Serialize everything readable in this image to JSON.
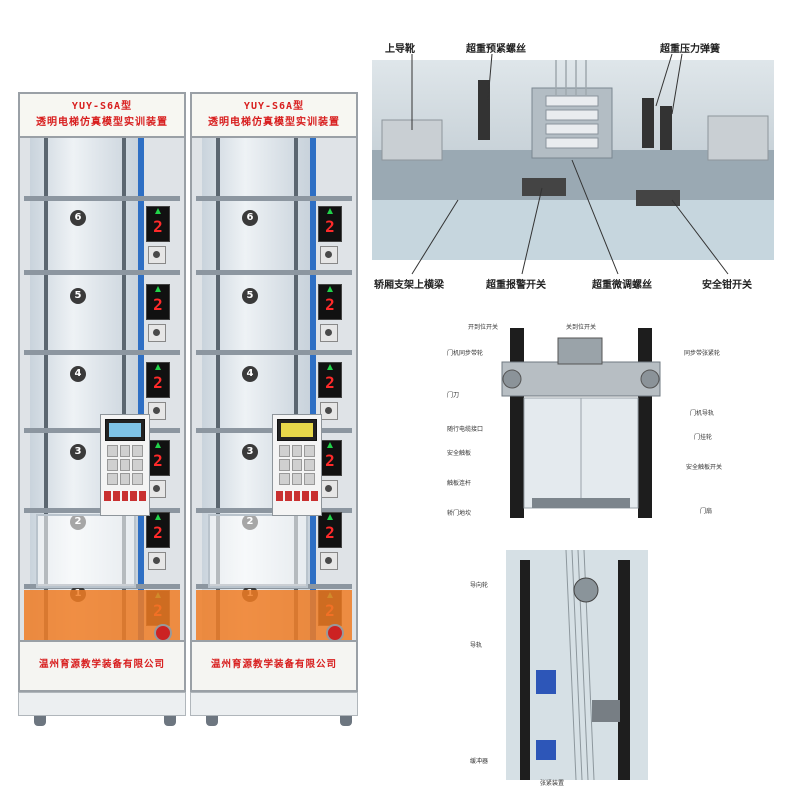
{
  "cabinets": [
    {
      "model": "YUY-S6A型",
      "title": "透明电梯仿真模型实训装置",
      "company": "温州育源教学装备有限公司",
      "floors": [
        "6",
        "5",
        "4",
        "3",
        "2",
        "1"
      ],
      "displays": [
        "2",
        "2",
        "2",
        "2",
        "2",
        "2"
      ]
    },
    {
      "model": "YUY-S6A型",
      "title": "透明电梯仿真模型实训装置",
      "company": "温州育源教学装备有限公司",
      "floors": [
        "6",
        "5",
        "4",
        "3",
        "2",
        "1"
      ],
      "displays": [
        "2",
        "2",
        "2",
        "2",
        "2",
        "2"
      ]
    }
  ],
  "detail_top": {
    "labels": {
      "upper_guide_shoe": "上导靴",
      "overload_preload_screw": "超重预紧螺丝",
      "overload_spring": "超重压力弹簧",
      "car_frame_beam": "轿厢支架上横梁",
      "overload_alarm_switch": "超重报警开关",
      "overload_adjust_screw": "超重微调螺丝",
      "safety_gear_switch": "安全钳开关"
    }
  },
  "detail_mid": {
    "labels": {
      "open_limit_switch": "开到位开关",
      "close_limit_switch": "关到位开关",
      "door_sync_pulley": "门机同步带轮",
      "sync_belt_tension_pulley": "同步带张紧轮",
      "door_knife": "门刀",
      "door_guide_rail": "门机导轨",
      "traveling_cable_port": "随行电缆接口",
      "door_hanger": "门挂轮",
      "safety_edge": "安全触板",
      "safety_edge_switch": "安全触板开关",
      "edge_linkage": "触板连杆",
      "door_sill": "轿门地坎",
      "door_panel": "门扇"
    }
  },
  "detail_bottom": {
    "labels": {
      "guide_pulley": "导向轮",
      "guide_rail": "导轨",
      "buffer": "缓冲器",
      "tension_device": "张紧装置"
    }
  },
  "colors": {
    "brand_red": "#d81e1e",
    "frame": "#9aa0a6",
    "orange_base": "#f07d24",
    "display_digit": "#ff2a2a"
  }
}
